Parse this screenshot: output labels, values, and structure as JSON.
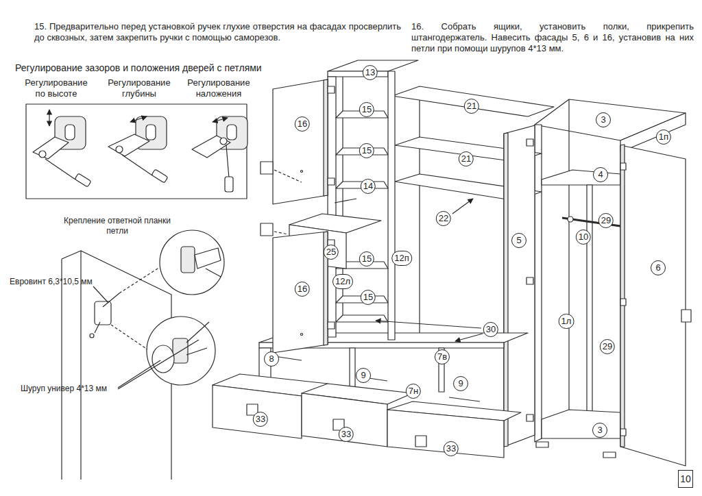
{
  "diagram": {
    "labels": [
      "15. Предварительно перед установкой ручек глухие отверстия на фасадах просверлить до сквозных, затем закрепить ручки с помощью саморезов.",
      "16. Собрать ящики, установить полки, прикрепить штангодержатель. Навесить фасады 5, 6 и 16, установив на них петли при помощи шурупов 4*13 мм.",
      "Регулирование зазоров и положения дверей с петлями",
      "Регулирование по высоте",
      "Регулирование глубины",
      "Регулирование наложения",
      "Крепление ответной планки петли",
      "Евровинт 6,3*10,5 мм",
      "Шуруп универ 4*13 мм",
      "13",
      "16",
      "15",
      "15",
      "14",
      "25",
      "15",
      "12л",
      "15",
      "16",
      "12п",
      "21",
      "21",
      "22",
      "30",
      "7в",
      "8",
      "9",
      "7н",
      "9",
      "33",
      "33",
      "33",
      "5",
      "3",
      "1п",
      "4",
      "29",
      "10",
      "6",
      "1л",
      "29",
      "3",
      "10"
    ]
  }
}
